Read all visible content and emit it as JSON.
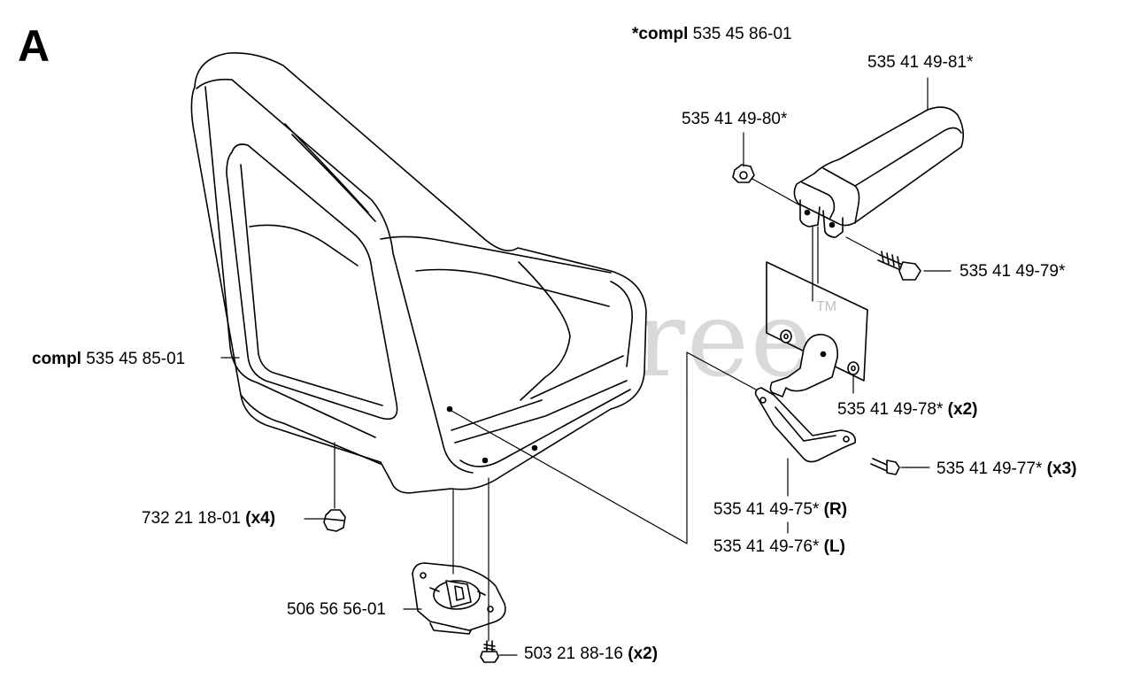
{
  "section_letter": "A",
  "watermark": {
    "text": "PartsTree",
    "tm": "TM"
  },
  "labels": {
    "armrest_kit": {
      "bold": "*compl",
      "part": "535 45 86-01"
    },
    "armrest_pad": {
      "part": "535 41 49-81*"
    },
    "nut": {
      "part": "535 41 49-80*"
    },
    "armrest_bolt": {
      "part": "535 41 49-79*"
    },
    "seat": {
      "bold": "compl",
      "part": "535 45 85-01"
    },
    "washer": {
      "part": "535 41 49-78*",
      "qty": "(x2)"
    },
    "bracket_screw": {
      "part": "535 41 49-77*",
      "qty": "(x3)"
    },
    "bracket_right": {
      "part": "535 41 49-75*",
      "qty": "(R)"
    },
    "bracket_left": {
      "part": "535 41 49-76*",
      "qty": "(L)"
    },
    "seat_nut": {
      "part": "732 21 18-01",
      "qty": "(x4)"
    },
    "seat_switch": {
      "part": "506 56 56-01"
    },
    "switch_screw": {
      "part": "503 21 88-16",
      "qty": "(x2)"
    }
  }
}
